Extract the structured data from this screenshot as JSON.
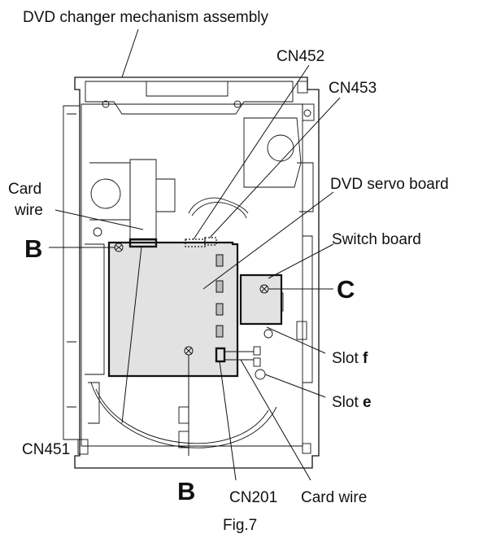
{
  "labels": {
    "dvd_changer": "DVD changer mechanism assembly",
    "cn452": "CN452",
    "cn453": "CN453",
    "card_wire_top_1": "Card",
    "card_wire_top_2": "wire",
    "dvd_servo": "DVD servo board",
    "switch_board": "Switch board",
    "b_left": "B",
    "c": "C",
    "slot_f_prefix": "Slot ",
    "slot_f_letter": "f",
    "slot_e_prefix": "Slot ",
    "slot_e_letter": "e",
    "cn451": "CN451",
    "b_bottom": "B",
    "cn201": "CN201",
    "card_wire_bottom": "Card wire",
    "caption": "Fig.7"
  }
}
